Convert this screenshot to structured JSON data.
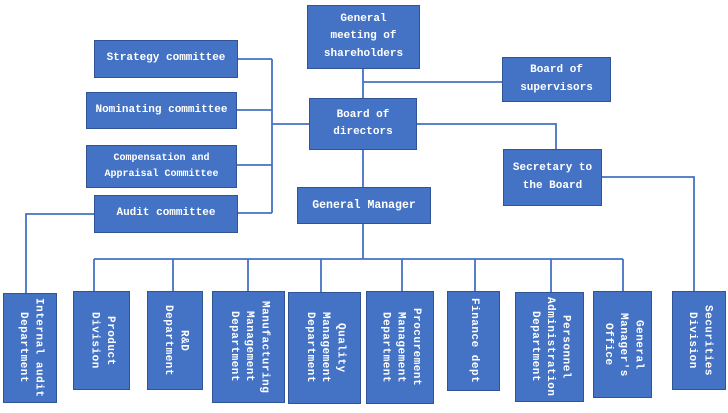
{
  "title": "Company organizational chart",
  "colors": {
    "box_fill": "#4472C4",
    "box_border": "#2F5597",
    "connector": "#4472C4",
    "text": "#FFFFFF",
    "background": "#FFFFFF"
  },
  "nodes": {
    "general_meeting": {
      "label": "General\nmeeting of\nshareholders"
    },
    "board_supervisors": {
      "label": "Board of\nsupervisors"
    },
    "board_directors": {
      "label": "Board of\ndirectors"
    },
    "secretary": {
      "label": "Secretary to\nthe Board"
    },
    "general_manager": {
      "label": "General Manager"
    },
    "strategy": {
      "label": "Strategy committee"
    },
    "nominating": {
      "label": "Nominating committee"
    },
    "compensation": {
      "label": "Compensation and\nAppraisal Committee"
    },
    "audit": {
      "label": "Audit committee"
    },
    "internal_audit": {
      "label": "Internal audit\nDepartment"
    },
    "product": {
      "label": "Product\nDivision"
    },
    "rd": {
      "label": "R&D\nDepartment"
    },
    "manufacturing": {
      "label": "Manufacturing\nManagement\nDepartment"
    },
    "quality": {
      "label": "Quality\nManagement\nDepartment"
    },
    "procurement": {
      "label": "Procurement\nManagement\nDepartment"
    },
    "finance": {
      "label": "Finance dept"
    },
    "personnel": {
      "label": "Personnel\nAdministration\nDepartment"
    },
    "gm_office": {
      "label": "General\nManager's\nOffice"
    },
    "securities": {
      "label": "Securities\nDivision"
    }
  },
  "connections": [
    {
      "from": "General meeting of shareholders",
      "to": "Board of directors"
    },
    {
      "from": "General meeting of shareholders",
      "to": "Board of supervisors"
    },
    {
      "from": "Board of directors",
      "to": "Strategy committee"
    },
    {
      "from": "Board of directors",
      "to": "Nominating committee"
    },
    {
      "from": "Board of directors",
      "to": "Compensation and Appraisal Committee"
    },
    {
      "from": "Board of directors",
      "to": "Audit committee"
    },
    {
      "from": "Board of directors",
      "to": "Secretary to the Board"
    },
    {
      "from": "Board of directors",
      "to": "General Manager"
    },
    {
      "from": "Audit committee",
      "to": "Internal audit Department"
    },
    {
      "from": "Secretary to the Board",
      "to": "Securities Division"
    },
    {
      "from": "General Manager",
      "to": "Product Division"
    },
    {
      "from": "General Manager",
      "to": "R&D Department"
    },
    {
      "from": "General Manager",
      "to": "Manufacturing Management Department"
    },
    {
      "from": "General Manager",
      "to": "Quality Management Department"
    },
    {
      "from": "General Manager",
      "to": "Procurement Management Department"
    },
    {
      "from": "General Manager",
      "to": "Finance dept"
    },
    {
      "from": "General Manager",
      "to": "Personnel Administration Department"
    },
    {
      "from": "General Manager",
      "to": "General Manager's Office"
    }
  ]
}
